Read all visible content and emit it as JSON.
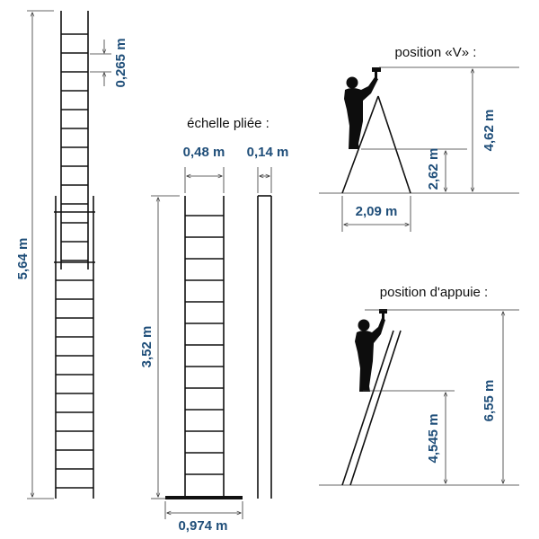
{
  "extended": {
    "total_height": "5,64 m",
    "rung_spacing": "0,265 m"
  },
  "folded": {
    "title": "échelle pliée :",
    "width": "0,48 m",
    "depth": "0,14 m",
    "height": "3,52 m",
    "base_width": "0,974 m"
  },
  "v_position": {
    "title": "position «V» :",
    "total_height": "4,62 m",
    "platform_height": "2,62 m",
    "base_width": "2,09 m"
  },
  "lean_position": {
    "title": "position d'appuie :",
    "total_height": "6,55 m",
    "standing_height": "4,545 m"
  },
  "colors": {
    "dimension_text": "#1f4e79",
    "lines": "#111111"
  }
}
